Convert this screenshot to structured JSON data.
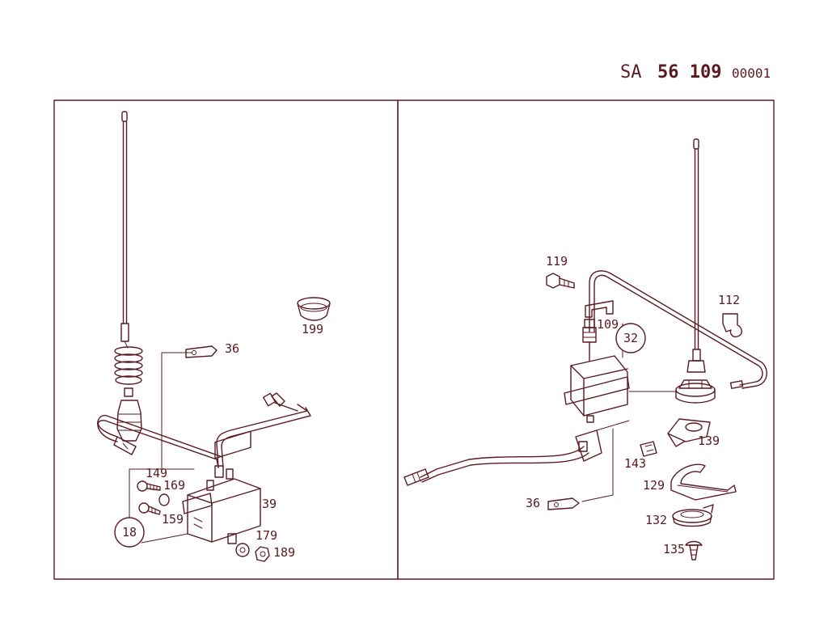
{
  "header": {
    "prefix": "SA",
    "group": "56 109",
    "sheet": "00001"
  },
  "left_panel": {
    "labels": {
      "l36": "36",
      "l199": "199",
      "l149": "149",
      "l169": "169",
      "l159": "159",
      "l18": "18",
      "l39": "39",
      "l179": "179",
      "l189": "189"
    }
  },
  "right_panel": {
    "labels": {
      "l119": "119",
      "l109": "109",
      "l32": "32",
      "l112": "112",
      "l139": "139",
      "l143": "143",
      "l129": "129",
      "l36": "36",
      "l132": "132",
      "l135": "135"
    }
  }
}
